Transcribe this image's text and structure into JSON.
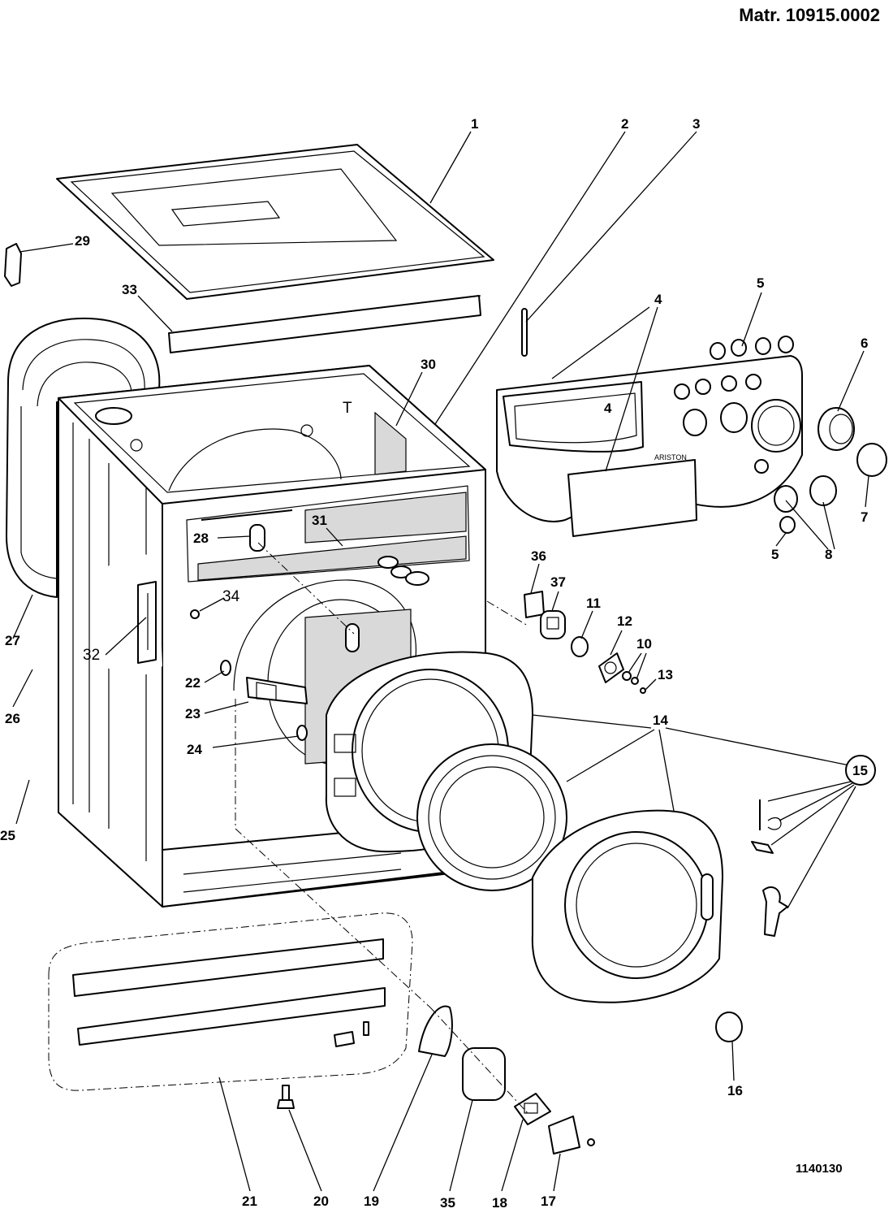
{
  "header": {
    "material_code": "Matr. 10915.0002"
  },
  "drawing": {
    "number": "1140130"
  },
  "callouts": [
    {
      "id": "c1",
      "text": "1"
    },
    {
      "id": "c2",
      "text": "2"
    },
    {
      "id": "c3",
      "text": "3"
    },
    {
      "id": "c4a",
      "text": "4"
    },
    {
      "id": "c4b",
      "text": "4"
    },
    {
      "id": "c5a",
      "text": "5"
    },
    {
      "id": "c5b",
      "text": "5"
    },
    {
      "id": "c6",
      "text": "6"
    },
    {
      "id": "c7",
      "text": "7"
    },
    {
      "id": "c8",
      "text": "8"
    },
    {
      "id": "c10",
      "text": "10"
    },
    {
      "id": "c11",
      "text": "11"
    },
    {
      "id": "c12",
      "text": "12"
    },
    {
      "id": "c13",
      "text": "13"
    },
    {
      "id": "c14",
      "text": "14"
    },
    {
      "id": "c15",
      "text": "15"
    },
    {
      "id": "c16",
      "text": "16"
    },
    {
      "id": "c17",
      "text": "17"
    },
    {
      "id": "c18",
      "text": "18"
    },
    {
      "id": "c19",
      "text": "19"
    },
    {
      "id": "c20",
      "text": "20"
    },
    {
      "id": "c21",
      "text": "21"
    },
    {
      "id": "c22",
      "text": "22"
    },
    {
      "id": "c23",
      "text": "23"
    },
    {
      "id": "c24",
      "text": "24"
    },
    {
      "id": "c25",
      "text": "25"
    },
    {
      "id": "c26",
      "text": "26"
    },
    {
      "id": "c27",
      "text": "27"
    },
    {
      "id": "c28",
      "text": "28"
    },
    {
      "id": "c29",
      "text": "29"
    },
    {
      "id": "c30",
      "text": "30"
    },
    {
      "id": "c31",
      "text": "31"
    },
    {
      "id": "c32",
      "text": "32"
    },
    {
      "id": "c33",
      "text": "33"
    },
    {
      "id": "c34",
      "text": "34"
    },
    {
      "id": "c35",
      "text": "35"
    },
    {
      "id": "c36",
      "text": "36"
    },
    {
      "id": "c37",
      "text": "37"
    }
  ],
  "panel_brand": "ARISTON",
  "cabinet_mark": "T"
}
